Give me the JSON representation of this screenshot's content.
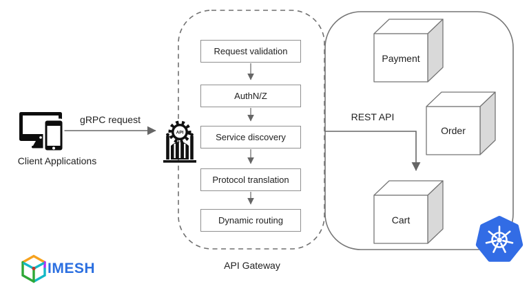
{
  "client": {
    "label": "Client Applications",
    "icon": "client-devices-icon"
  },
  "connections": {
    "grpc_label": "gRPC request",
    "rest_label": "REST API"
  },
  "gateway": {
    "icon": "api-gateway-icon",
    "icon_text": "API",
    "label": "API Gateway",
    "steps": [
      "Request validation",
      "AuthN/Z",
      "Service discovery",
      "Protocol translation",
      "Dynamic routing"
    ]
  },
  "cluster": {
    "services": [
      "Payment",
      "Order",
      "Cart"
    ],
    "platform_icon": "kubernetes-icon"
  },
  "branding": {
    "logo_text": "IMESH"
  },
  "colors": {
    "kubernetes_blue": "#326CE5",
    "imesh_blue": "#2B6FE0",
    "line_gray": "#666666",
    "border_gray": "#757575",
    "cube_side_gray": "#d9d9d9"
  }
}
